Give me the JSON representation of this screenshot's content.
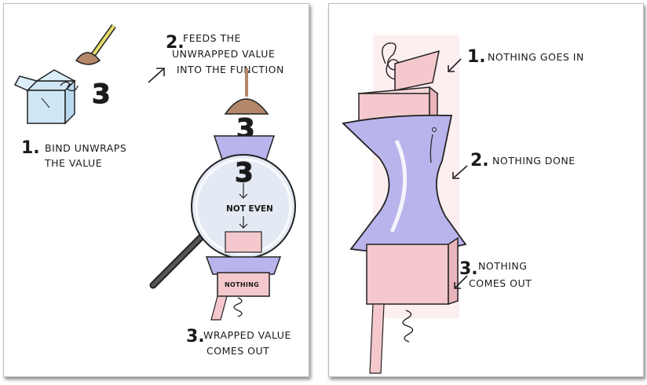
{
  "left_panel": {
    "step1": {
      "number": "1.",
      "line1": "BIND UNWRAPS",
      "line2": "THE VALUE"
    },
    "step2": {
      "number": "2.",
      "line1": "FEEDS THE",
      "line2": "UNWRAPPED VALUE",
      "line3": "INTO THE FUNCTION"
    },
    "step3": {
      "number": "3.",
      "line1": "WRAPPED VALUE",
      "line2": "COMES OUT"
    },
    "value_digit": "3",
    "lens_text": "NOT EVEN",
    "box_label": "NOTHING"
  },
  "right_panel": {
    "step1": {
      "number": "1.",
      "text": "NOTHING GOES IN"
    },
    "step2": {
      "number": "2.",
      "text": "NOTHING DONE"
    },
    "step3": {
      "number": "3.",
      "line1": "NOTHING",
      "line2": "COMES OUT"
    }
  },
  "colors": {
    "box_blue": "#cfe6f5",
    "ladle_brown": "#b5876a",
    "value_yellow": "#e8dc6a",
    "funnel_lavender": "#b9b4ec",
    "box_pink": "#f4c8cc",
    "outline": "#222222"
  }
}
